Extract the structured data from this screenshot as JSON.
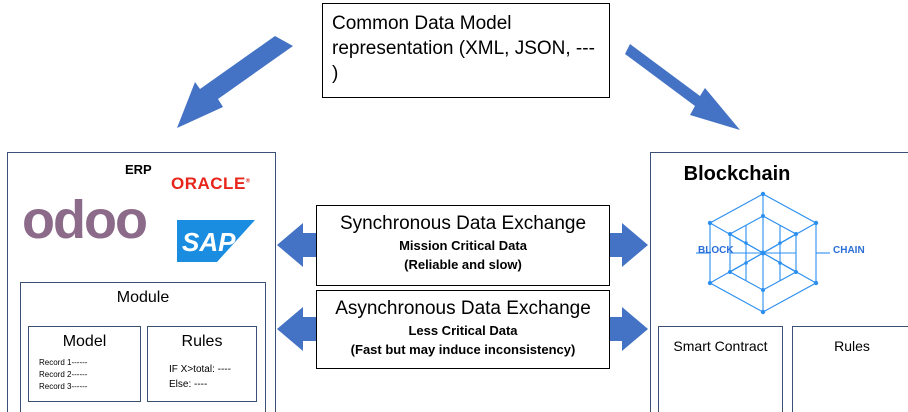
{
  "common_model": {
    "line1": "Common Data Model",
    "line2": "representation (XML, JSON, ---",
    "line3": ")"
  },
  "erp": {
    "label": "ERP",
    "oracle": "ORACLE",
    "oracle_mark": "®",
    "odoo": "odoo",
    "sap": "SAP",
    "odoo_color": "#8c6b8a",
    "sap_color": "#1a8de0",
    "oracle_color": "#e8251b"
  },
  "module": {
    "title": "Module",
    "model": {
      "title": "Model",
      "records": [
        "Record 1------",
        "Record 2------",
        "Record 3------"
      ]
    },
    "rules": {
      "title": "Rules",
      "lines": [
        "IF X>total: ----",
        "Else: ----"
      ]
    }
  },
  "sync": {
    "title": "Synchronous Data Exchange",
    "line1": "Mission Critical Data",
    "line2": "(Reliable and slow)"
  },
  "async": {
    "title": "Asynchronous Data Exchange",
    "line1": "Less Critical Data",
    "line2": "(Fast but may induce inconsistency)"
  },
  "blockchain": {
    "title": "Blockchain",
    "block": "BLOCK",
    "chain": "CHAIN",
    "graphic_color": "#2b8ff0",
    "smart_contract": "Smart Contract",
    "rules": "Rules"
  },
  "arrow_color": "#4472c4"
}
